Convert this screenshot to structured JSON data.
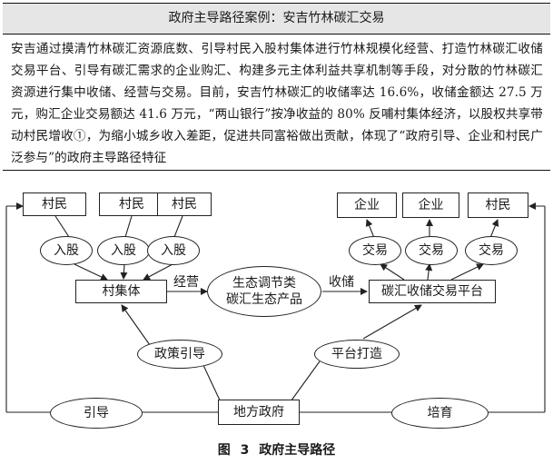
{
  "case": {
    "title": "政府主导路径案例：安吉竹林碳汇交易",
    "body": "安吉通过摸清竹林碳汇资源底数、引导村民入股村集体进行竹林规模化经营、打造竹林碳汇收储交易平台、引导有碳汇需求的企业购汇、构建多元主体利益共享机制等手段，对分散的竹林碳汇资源进行集中收储、经营与交易。目前，安吉竹林碳汇的收储率达 16.6%，收储金额达 27.5 万元，购汇企业交易额达 41.6 万元，“两山银行”按净收益的 80% 反哺村集体经济，以股权共享带动村民增收①，为缩小城乡收入差距，促进共同富裕做出贡献，体现了“政府引导、企业和村民广泛参与”的政府主导路径特征"
  },
  "diagram": {
    "villagers_left": [
      "村民",
      "村民",
      "村民"
    ],
    "invest_labels": [
      "入股",
      "入股",
      "入股"
    ],
    "village_collective": "村集体",
    "operate_label": "经营",
    "product": "生态调节类\n碳汇生态产品",
    "storage_label": "收储",
    "platform": "碳汇收储交易平台",
    "trade_labels": [
      "交易",
      "交易",
      "交易"
    ],
    "buyers_right": [
      "企业",
      "企业",
      "村民"
    ],
    "policy_guidance": "政策引导",
    "platform_building": "平台打造",
    "guide": "引导",
    "local_government": "地方政府",
    "cultivate": "培育"
  },
  "caption": "图 3   政府主导路径"
}
